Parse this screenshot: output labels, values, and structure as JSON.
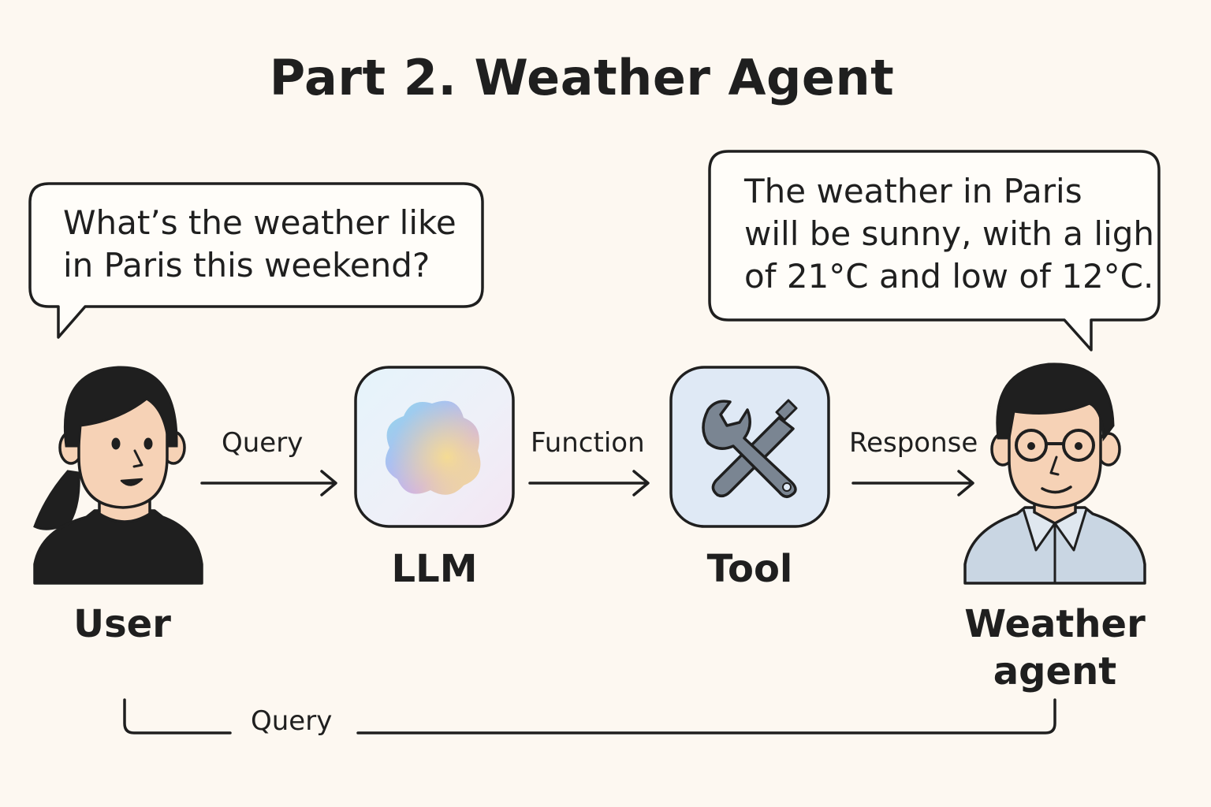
{
  "title": "Part 2. Weather Agent",
  "user_bubble": {
    "lines": [
      "What’s the weather like",
      "in Paris this weekend?"
    ]
  },
  "agent_bubble": {
    "lines": [
      "The weather in Paris",
      "will be sunny, with a ligh",
      "of 21°C and low of 12°C."
    ]
  },
  "nodes": {
    "user": "User",
    "llm": "LLM",
    "tool": "Tool",
    "agent_line1": "Weather",
    "agent_line2": "agent"
  },
  "edges": {
    "query": "Query",
    "function": "Function",
    "response": "Response",
    "return_query": "Query"
  },
  "icons": {
    "user": "woman-avatar-icon",
    "llm": "llm-blob-icon",
    "tool": "wrench-screwdriver-icon",
    "agent": "man-with-glasses-avatar-icon"
  },
  "colors": {
    "background": "#fdf8f1",
    "stroke": "#1f1f1f",
    "skin": "#f6d2b6",
    "tool_box": "#dfe9f5",
    "shirt": "#c9d6e3"
  }
}
